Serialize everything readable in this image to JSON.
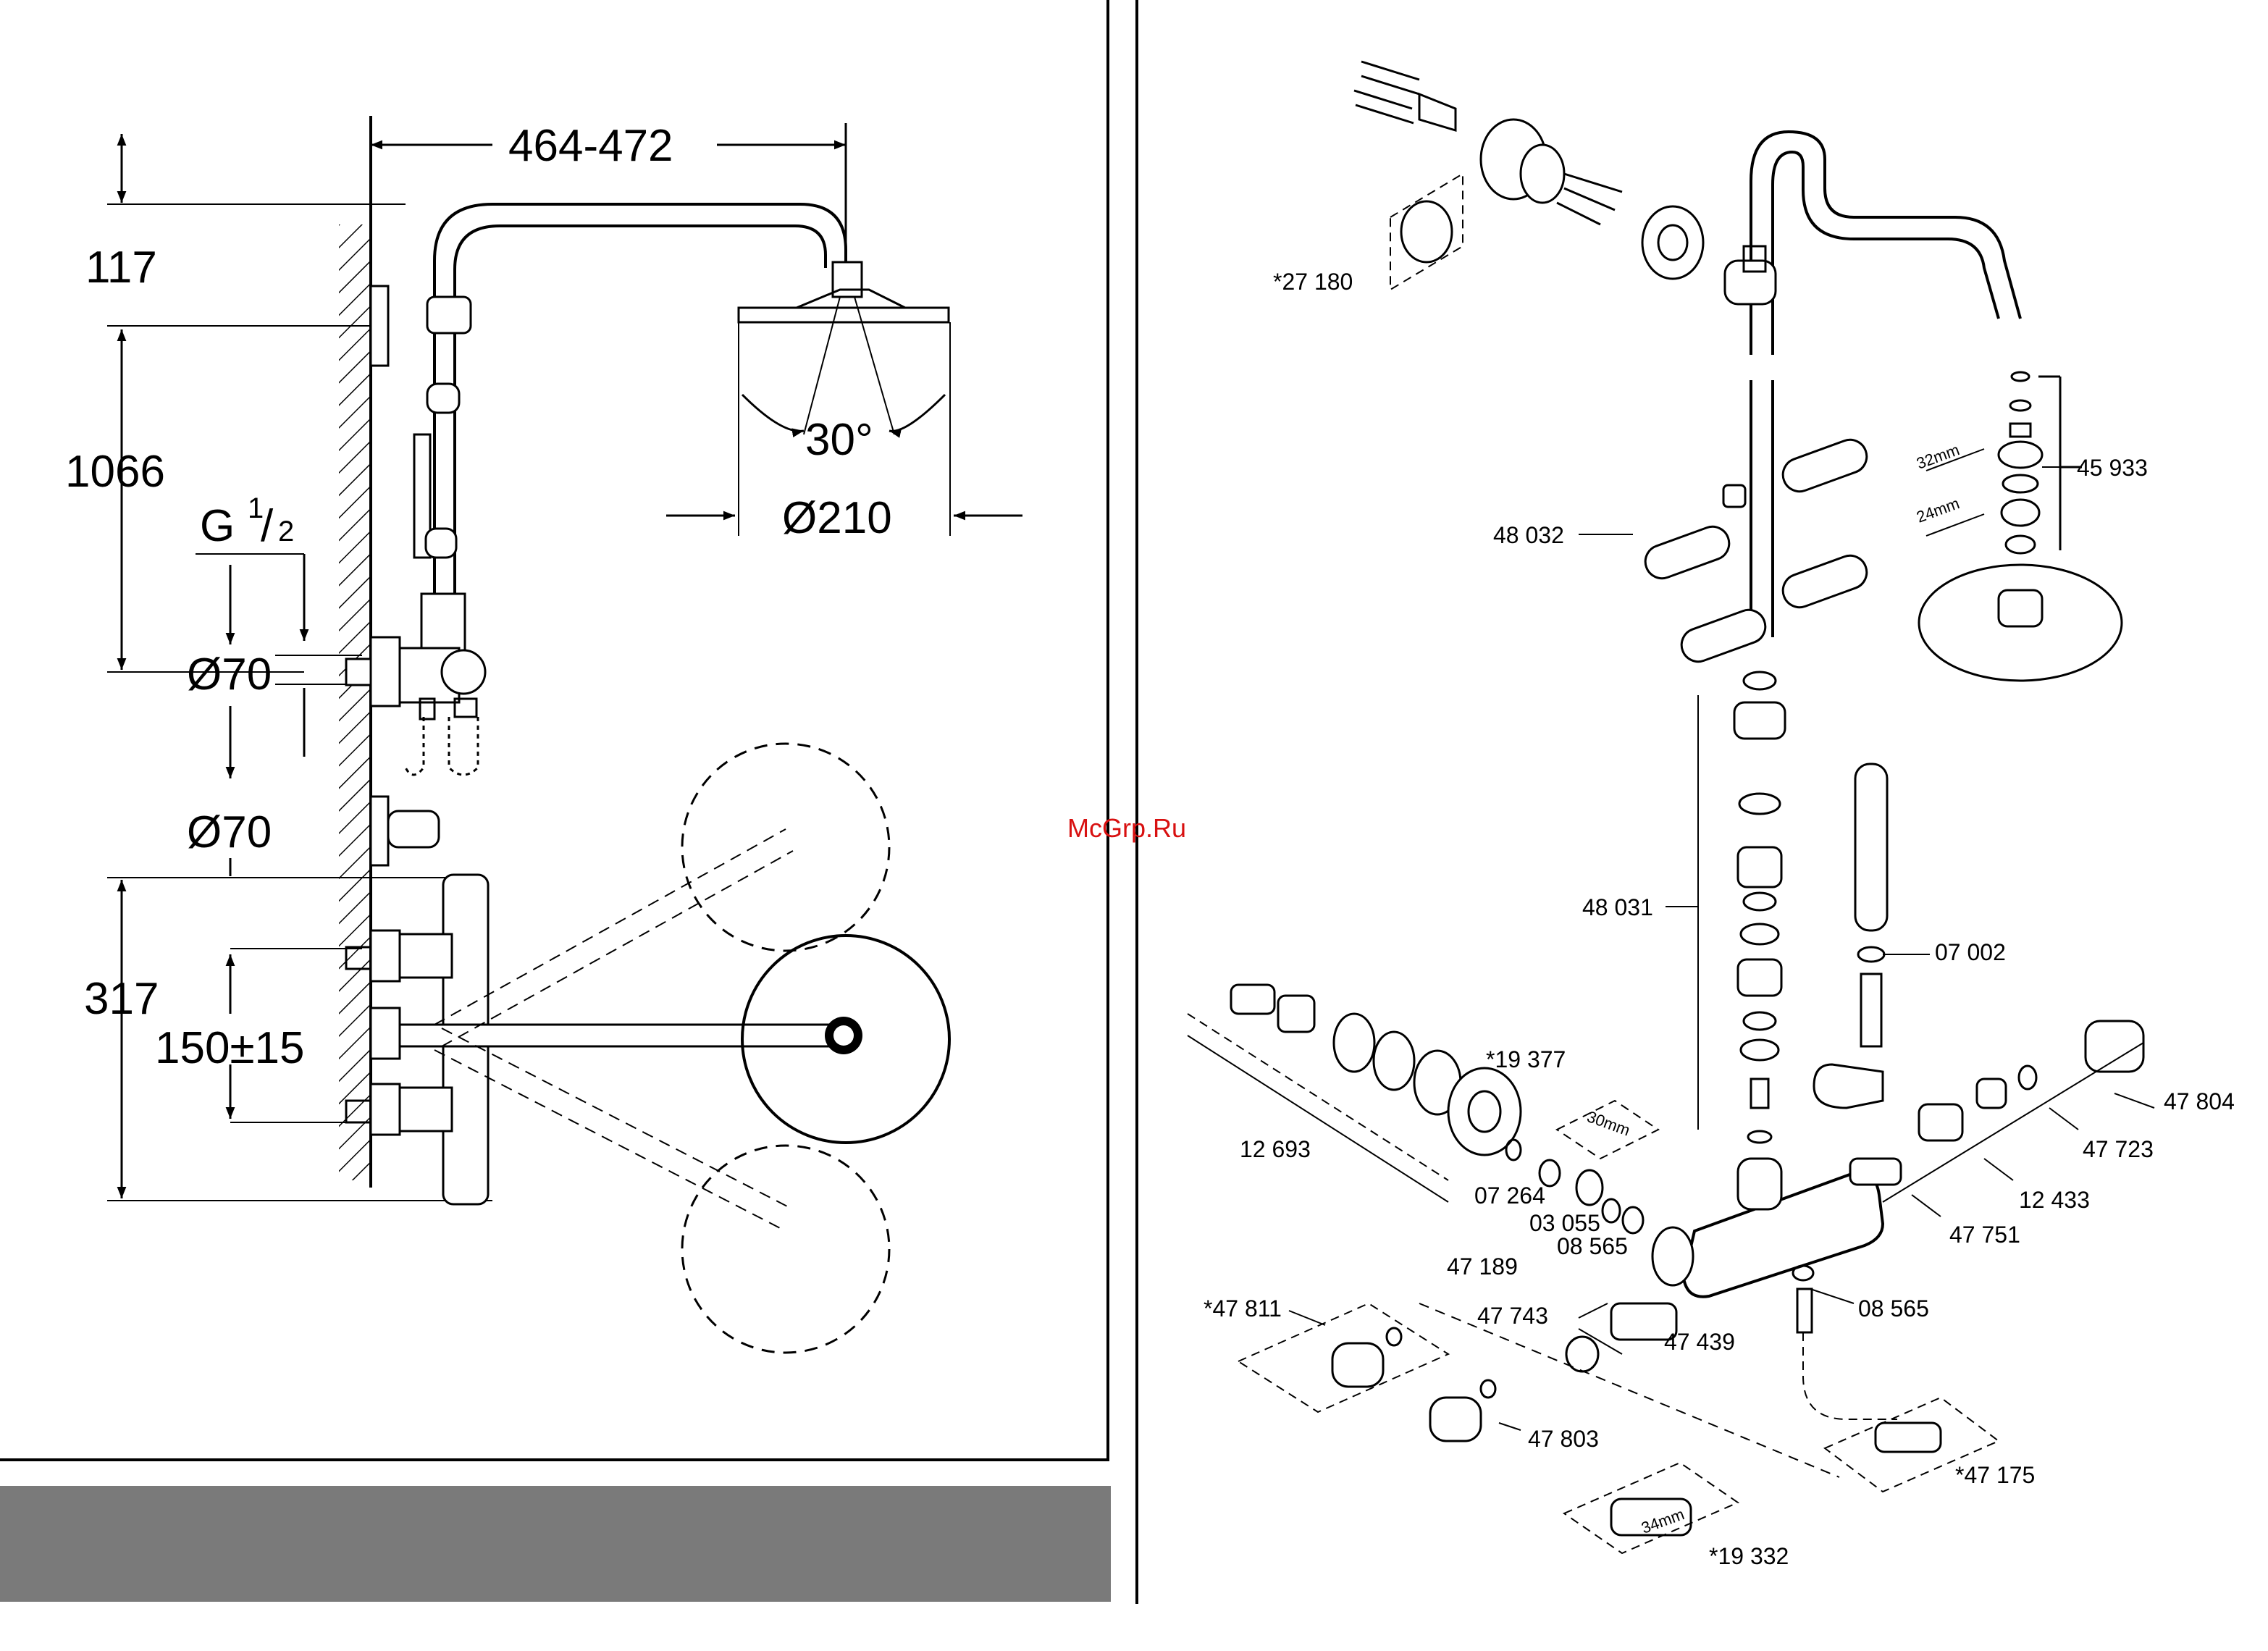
{
  "watermark": "McGrp.Ru",
  "dimensions": {
    "width_range": "464-472",
    "height_top": "117",
    "height_column": "1066",
    "thread_g": "G",
    "thread_num": "1",
    "thread_den": "2",
    "diameter_inlet_1": "Ø70",
    "diameter_inlet_2": "Ø70",
    "angle": "30°",
    "head_diameter": "Ø210",
    "height_mixer": "317",
    "inlet_spacing": "150±15"
  },
  "parts": [
    {
      "id": "p27180",
      "label": "*27 180"
    },
    {
      "id": "p48032",
      "label": "48 032"
    },
    {
      "id": "p45933",
      "label": "45 933"
    },
    {
      "id": "p32mm",
      "label": "32mm"
    },
    {
      "id": "p24mm",
      "label": "24mm"
    },
    {
      "id": "p48031",
      "label": "48 031"
    },
    {
      "id": "p07002",
      "label": "07 002"
    },
    {
      "id": "p19377",
      "label": "*19 377"
    },
    {
      "id": "p30mm",
      "label": "30mm"
    },
    {
      "id": "p12693",
      "label": "12 693"
    },
    {
      "id": "p07264",
      "label": "07 264"
    },
    {
      "id": "p03055",
      "label": "03 055"
    },
    {
      "id": "p08565a",
      "label": "08 565"
    },
    {
      "id": "p47189",
      "label": "47 189"
    },
    {
      "id": "p47804",
      "label": "47 804"
    },
    {
      "id": "p47723",
      "label": "47 723"
    },
    {
      "id": "p12433",
      "label": "12 433"
    },
    {
      "id": "p47751",
      "label": "47 751"
    },
    {
      "id": "p08565b",
      "label": "08 565"
    },
    {
      "id": "p47811",
      "label": "*47 811"
    },
    {
      "id": "p47743",
      "label": "47 743"
    },
    {
      "id": "p47439",
      "label": "47 439"
    },
    {
      "id": "p47803",
      "label": "47 803"
    },
    {
      "id": "p47175",
      "label": "*47 175"
    },
    {
      "id": "p34mm",
      "label": "34mm"
    },
    {
      "id": "p19332",
      "label": "*19 332"
    }
  ]
}
